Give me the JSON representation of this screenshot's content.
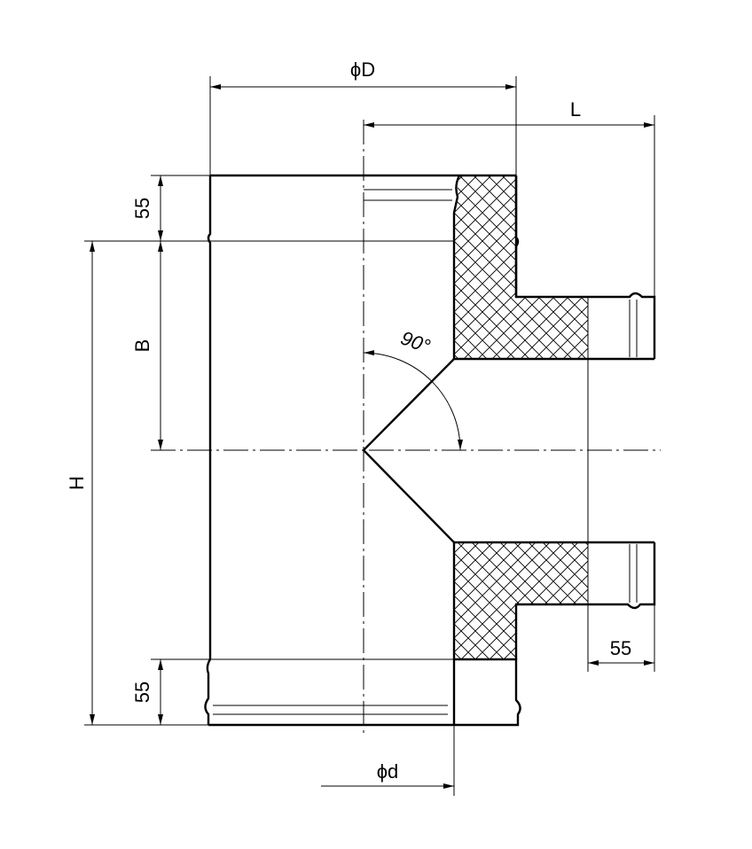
{
  "dimensions": {
    "outer_diameter": "ϕD",
    "inner_diameter": "ϕd",
    "branch_length": "L",
    "height": "H",
    "branch_offset": "B",
    "socket_top": "55",
    "socket_bottom": "55",
    "socket_branch": "55",
    "angle": "90°"
  }
}
